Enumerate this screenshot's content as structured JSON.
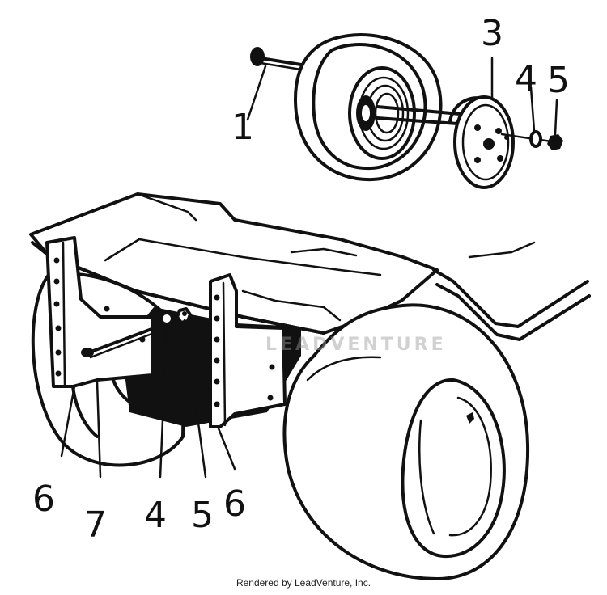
{
  "callouts": {
    "c1": "1",
    "c3": "3",
    "c4_top": "4",
    "c5_top": "5",
    "c6_left": "6",
    "c7": "7",
    "c4_bottom": "4",
    "c5_bottom": "5",
    "c6_right": "6"
  },
  "watermark": "LEADVENTURE",
  "footer": {
    "credit": "Rendered by LeadVenture, Inc."
  },
  "colors": {
    "ink": "#111111",
    "background": "#ffffff",
    "watermark": "#9a9a9a"
  }
}
